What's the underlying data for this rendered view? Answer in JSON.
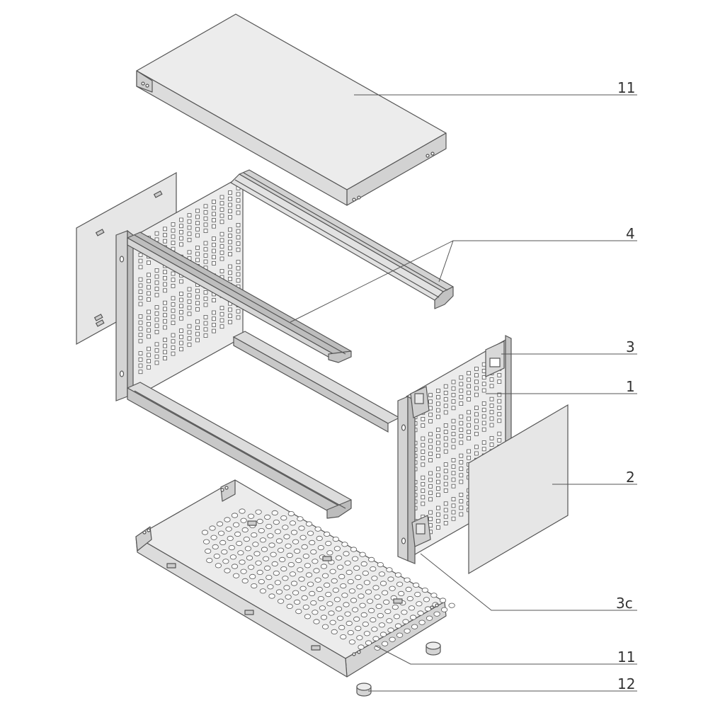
{
  "callouts": {
    "cover_top": "11",
    "rails": "4",
    "part_3": "3",
    "side_panel": "1",
    "side_cover": "2",
    "part_3c": "3c",
    "cover_bottom": "11",
    "feet": "12"
  },
  "colors": {
    "line": "#555555",
    "sheet": "#ececec",
    "sheet_dark": "#cfcfcf",
    "rail": "#d8d8d8",
    "rail_dark": "#b4b4b4",
    "hole": "#ffffff"
  }
}
